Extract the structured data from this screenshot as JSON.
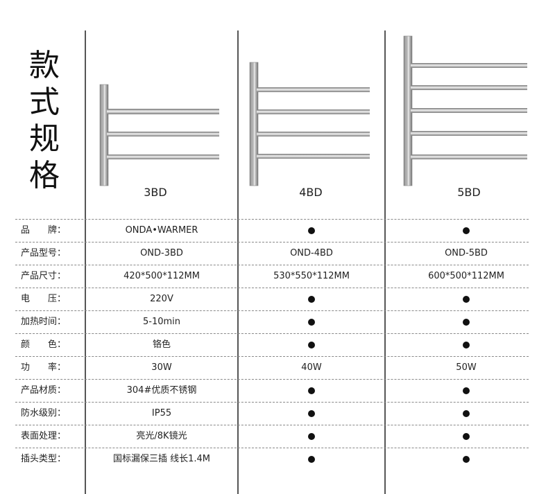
{
  "heading": {
    "chars": [
      "款",
      "式",
      "规",
      "格"
    ]
  },
  "models": [
    "3BD",
    "4BD",
    "5BD"
  ],
  "rows": [
    {
      "label": "品　　牌：",
      "values": [
        "ONDA•WARMER",
        "●",
        "●"
      ]
    },
    {
      "label": "产品型号：",
      "values": [
        "OND-3BD",
        "OND-4BD",
        "OND-5BD"
      ]
    },
    {
      "label": "产品尺寸：",
      "values": [
        "420*500*112MM",
        "530*550*112MM",
        "600*500*112MM"
      ]
    },
    {
      "label": "电　　压：",
      "values": [
        "220V",
        "●",
        "●"
      ]
    },
    {
      "label": "加热时间：",
      "values": [
        "5-10min",
        "●",
        "●"
      ]
    },
    {
      "label": "颜　　色：",
      "values": [
        "铬色",
        "●",
        "●"
      ]
    },
    {
      "label": "功　　率：",
      "values": [
        "30W",
        "40W",
        "50W"
      ]
    },
    {
      "label": "产品材质：",
      "values": [
        "304#优质不锈钢",
        "●",
        "●"
      ]
    },
    {
      "label": "防水级别：",
      "values": [
        "IP55",
        "●",
        "●"
      ]
    },
    {
      "label": "表面处理：",
      "values": [
        "亮光/8K镜光",
        "●",
        "●"
      ]
    },
    {
      "label": "插头类型：",
      "values": [
        "国标漏保三插 线长1.4M",
        "●",
        "●"
      ]
    }
  ],
  "colors": {
    "line": "#555555",
    "dash": "#888888",
    "metal_light": "#e6e6e6",
    "metal_dark": "#7a7a7a"
  },
  "icons": {
    "bullet": "filled-circle-icon",
    "product": "towel-rack-icon"
  }
}
